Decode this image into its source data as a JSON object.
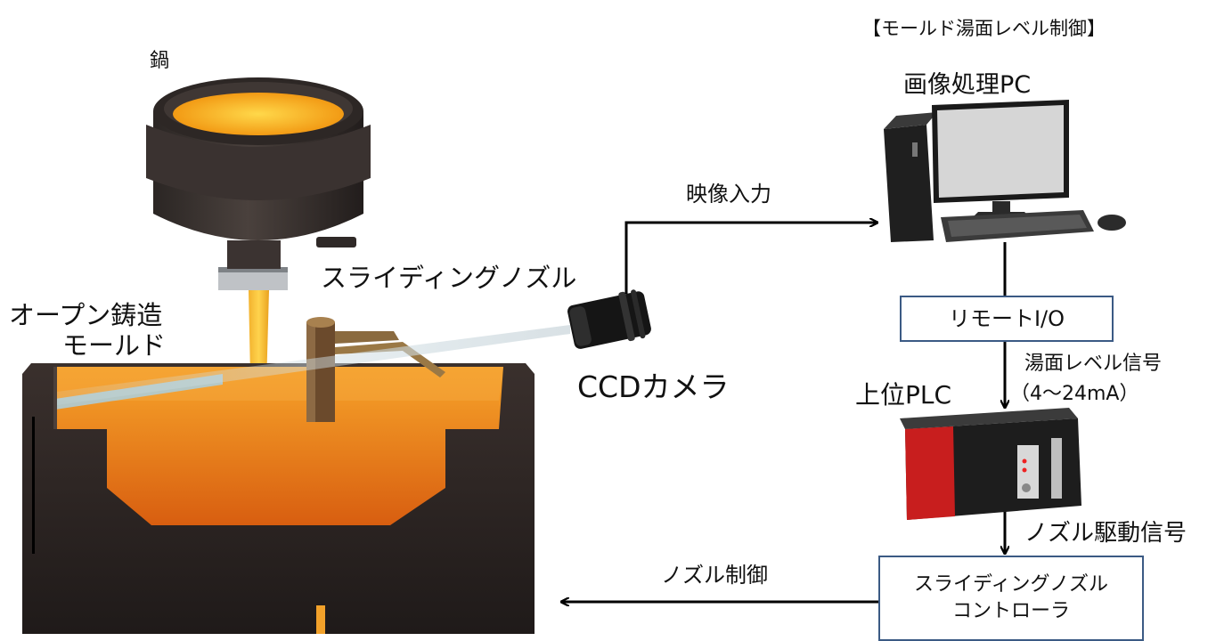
{
  "title": "【モールド湯面レベル制御】",
  "labels": {
    "ladle": "鍋",
    "open_mold_line1": "オープン鋳造",
    "open_mold_line2": "モールド",
    "sliding_nozzle": "スライディングノズル",
    "camera": "CCDカメラ",
    "image_pc": "画像処理PC",
    "video_input": "映像入力",
    "remote_io": "リモートI/O",
    "level_signal_line1": "湯面レベル信号",
    "level_signal_line2": "（4～24mA）",
    "plc": "上位PLC",
    "nozzle_drive_signal": "ノズル駆動信号",
    "controller_line1": "スライディングノズル",
    "controller_line2": "コントローラ",
    "nozzle_control": "ノズル制御"
  },
  "colors": {
    "molten_steel": "#f59a1f",
    "mold_body": "#2c2523",
    "box_border": "#3b5a84",
    "plc_red": "#c81e1e"
  }
}
